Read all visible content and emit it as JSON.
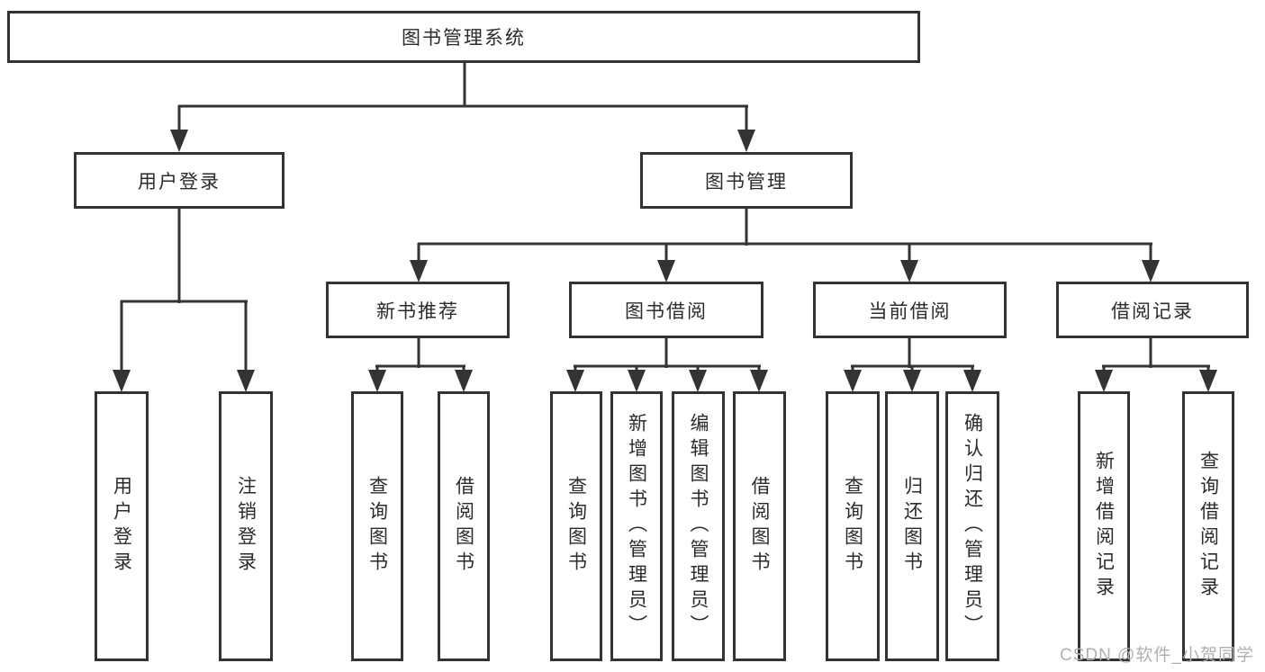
{
  "title": "图书管理系统",
  "colors": {
    "line": "#333333",
    "box_border": "#333333",
    "text": "#2b2b2b",
    "background": "#ffffff",
    "watermark": "#b0b0b0"
  },
  "tree": {
    "label": "图书管理系统",
    "children": [
      {
        "label": "用户登录",
        "children": [
          {
            "label": "用户登录"
          },
          {
            "label": "注销登录"
          }
        ]
      },
      {
        "label": "图书管理",
        "children": [
          {
            "label": "新书推荐",
            "children": [
              {
                "label": "查询图书"
              },
              {
                "label": "借阅图书"
              }
            ]
          },
          {
            "label": "图书借阅",
            "children": [
              {
                "label": "查询图书"
              },
              {
                "label": "新增图书（管理员）"
              },
              {
                "label": "编辑图书（管理员）"
              },
              {
                "label": "借阅图书"
              }
            ]
          },
          {
            "label": "当前借阅",
            "children": [
              {
                "label": "查询图书"
              },
              {
                "label": "归还图书"
              },
              {
                "label": "确认归还（管理员）"
              }
            ]
          },
          {
            "label": "借阅记录",
            "children": [
              {
                "label": "新增借阅记录"
              },
              {
                "label": "查询借阅记录"
              }
            ]
          }
        ]
      }
    ]
  },
  "watermark": {
    "text": "CSDN @软件_小贺同学"
  }
}
